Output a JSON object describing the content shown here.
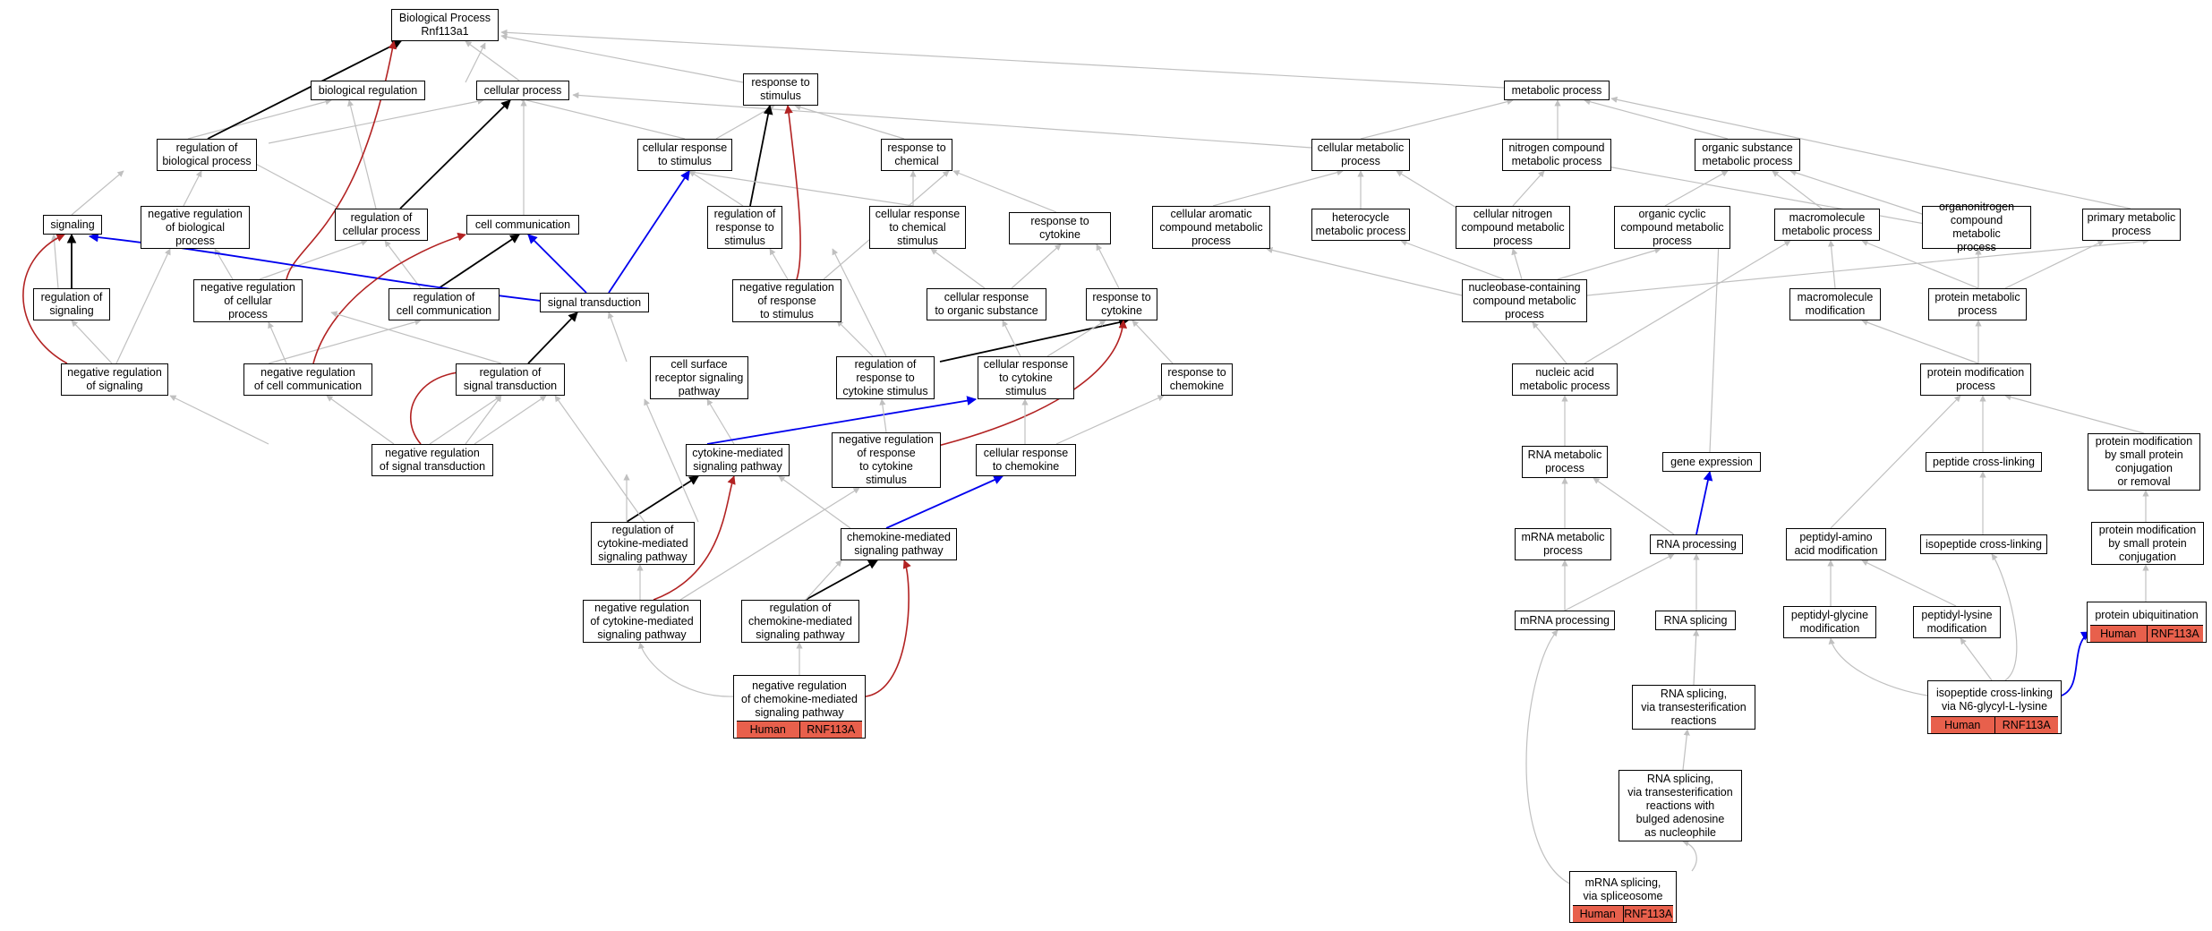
{
  "colors": {
    "gray_edge": "#c0c0c0",
    "is_a_edge": "#000000",
    "positive_edge": "#0000ee",
    "negative_edge": "#b22222",
    "annotation_fill": "#e8604c"
  },
  "nodes": {
    "root": "Biological Process\nRnf113a1",
    "biological_regulation": "biological regulation",
    "cellular_process": "cellular process",
    "response_to_stimulus": "response to\nstimulus",
    "metabolic_process": "metabolic process",
    "regulation_of_biological_process": "regulation of\nbiological process",
    "cellular_response_to_stimulus": "cellular response\nto stimulus",
    "response_to_chemical": "response to\nchemical",
    "cellular_metabolic_process": "cellular metabolic\nprocess",
    "nitrogen_compound_metabolic_process": "nitrogen compound\nmetabolic process",
    "organic_substance_metabolic_process": "organic substance\nmetabolic process",
    "signaling": "signaling",
    "negative_regulation_of_biological_process": "negative regulation\nof biological\nprocess",
    "regulation_of_cellular_process": "regulation of\ncellular process",
    "cell_communication": "cell communication",
    "regulation_of_response_to_stimulus": "regulation of\nresponse to\nstimulus",
    "cellular_response_to_chemical_stimulus": "cellular response\nto chemical\nstimulus",
    "response_to_cytokine_top": "response to\ncytokine",
    "cellular_aromatic_compound_metabolic_process": "cellular aromatic\ncompound metabolic\nprocess",
    "heterocycle_metabolic_process": "heterocycle\nmetabolic process",
    "cellular_nitrogen_compound_metabolic_process": "cellular nitrogen\ncompound metabolic\nprocess",
    "organic_cyclic_compound_metabolic_process": "organic cyclic\ncompound metabolic\nprocess",
    "macromolecule_metabolic_process": "macromolecule\nmetabolic process",
    "organonitrogen_compound_metabolic_process": "organonitrogen\ncompound metabolic\nprocess",
    "primary_metabolic_process": "primary metabolic\nprocess",
    "regulation_of_signaling": "regulation of\nsignaling",
    "negative_regulation_of_cellular_process": "negative regulation\nof cellular\nprocess",
    "regulation_of_cell_communication": "regulation of\ncell communication",
    "signal_transduction": "signal transduction",
    "negative_regulation_of_response_to_stimulus": "negative regulation\nof response\nto stimulus",
    "cellular_response_to_organic_substance": "cellular response\nto organic substance",
    "response_to_cytokine": "response to\ncytokine",
    "nucleobase_containing_compound_metabolic_process": "nucleobase-containing\ncompound metabolic\nprocess",
    "macromolecule_modification": "macromolecule\nmodification",
    "protein_metabolic_process": "protein metabolic\nprocess",
    "negative_regulation_of_signaling": "negative regulation\nof signaling",
    "negative_regulation_of_cell_communication": "negative regulation\nof cell communication",
    "regulation_of_signal_transduction": "regulation of\nsignal transduction",
    "cell_surface_receptor_signaling_pathway": "cell surface\nreceptor signaling\npathway",
    "regulation_of_response_to_cytokine_stimulus": "regulation of\nresponse to\ncytokine stimulus",
    "cellular_response_to_cytokine_stimulus": "cellular response\nto cytokine\nstimulus",
    "response_to_chemokine": "response to\nchemokine",
    "nucleic_acid_metabolic_process": "nucleic acid\nmetabolic process",
    "protein_modification_process": "protein modification\nprocess",
    "negative_regulation_of_signal_transduction": "negative regulation\nof signal transduction",
    "cytokine_mediated_signaling_pathway": "cytokine-mediated\nsignaling pathway",
    "negative_regulation_of_response_to_cytokine_stimulus": "negative regulation\nof response\nto cytokine\nstimulus",
    "cellular_response_to_chemokine": "cellular response\nto chemokine",
    "rna_metabolic_process": "RNA metabolic\nprocess",
    "gene_expression": "gene expression",
    "peptide_cross_linking": "peptide cross-linking",
    "protein_modification_by_small_protein_conjugation_or_removal": "protein modification\nby small protein\nconjugation\nor removal",
    "regulation_of_cytokine_mediated_signaling_pathway": "regulation of\ncytokine-mediated\nsignaling pathway",
    "chemokine_mediated_signaling_pathway": "chemokine-mediated\nsignaling pathway",
    "mrna_metabolic_process": "mRNA metabolic\nprocess",
    "rna_processing": "RNA processing",
    "peptidyl_amino_acid_modification": "peptidyl-amino\nacid modification",
    "isopeptide_cross_linking": "isopeptide cross-linking",
    "protein_modification_by_small_protein_conjugation": "protein modification\nby small protein\nconjugation",
    "negative_regulation_of_cytokine_mediated_signaling_pathway": "negative regulation\nof cytokine-mediated\nsignaling pathway",
    "regulation_of_chemokine_mediated_signaling_pathway": "regulation of\nchemokine-mediated\nsignaling pathway",
    "mrna_processing": "mRNA processing",
    "rna_splicing": "RNA splicing",
    "peptidyl_glycine_modification": "peptidyl-glycine\nmodification",
    "peptidyl_lysine_modification": "peptidyl-lysine\nmodification",
    "protein_ubiquitination": "protein ubiquitination",
    "negative_regulation_of_chemokine_mediated_signaling_pathway": "negative regulation\nof chemokine-mediated\nsignaling pathway",
    "rna_splicing_via_transesterification_reactions": "RNA splicing,\nvia transesterification\nreactions",
    "isopeptide_cross_linking_via_n6_glycyl_l_lysine": "isopeptide cross-linking\nvia N6-glycyl-L-lysine",
    "rna_splicing_via_transesterification_bulged_adenosine": "RNA splicing,\nvia transesterification\nreactions with\nbulged adenosine\nas nucleophile",
    "mrna_splicing_via_spliceosome": "mRNA splicing,\nvia spliceosome"
  },
  "annotation": {
    "species": "Human",
    "gene": "RNF113A"
  }
}
